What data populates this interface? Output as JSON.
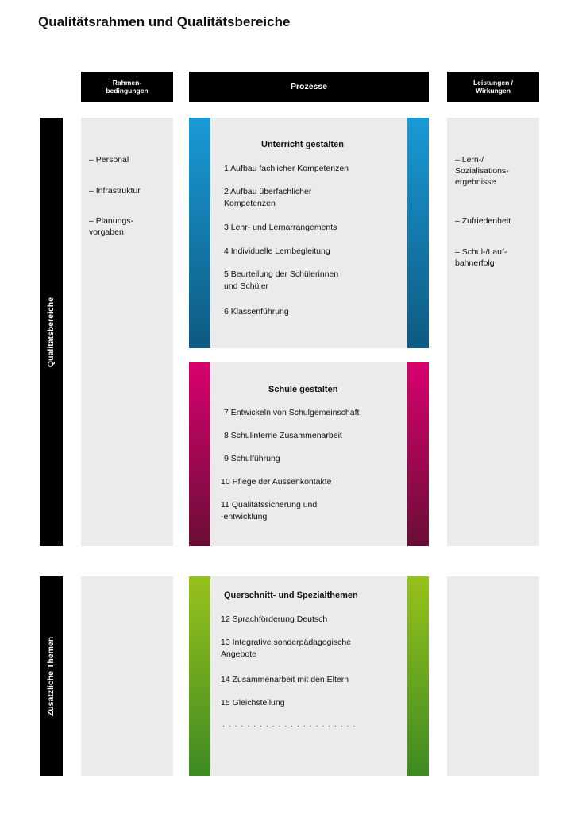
{
  "title": "Qualitätsrahmen und Qualitätsbereiche",
  "headers": {
    "rahmen": "Rahmen-\nbedingungen",
    "prozesse": "Prozesse",
    "leistungen": "Leistungen /\nWirkungen"
  },
  "side_labels": {
    "qualitaet": "Qualitätsbereiche",
    "zusaetzlich": "Zusätzliche Themen"
  },
  "rahmen_items": [
    "– Personal",
    "– Infrastruktur",
    "– Planungs-\n  vorgaben"
  ],
  "leistungen_items": [
    "– Lern-/\n  Sozialisations-\n  ergebnisse",
    "– Zufriedenheit",
    "– Schul-/Lauf-\n  bahnerfolg"
  ],
  "unterricht": {
    "title": "Unterricht gestalten",
    "items": [
      "1 Aufbau fachlicher Kompetenzen",
      "2 Aufbau überfachlicher\n   Kompetenzen",
      "3 Lehr- und Lernarrangements",
      "4 Individuelle Lernbegleitung",
      "5 Beurteilung der Schülerinnen\n   und Schüler",
      "6 Klassenführung"
    ]
  },
  "schule": {
    "title": "Schule gestalten",
    "items": [
      "7 Entwickeln von Schulgemeinschaft",
      "8 Schulinterne Zusammenarbeit",
      "9 Schulführung",
      "10 Pflege der Aussenkontakte",
      "11 Qualitätssicherung und\n     -entwicklung"
    ]
  },
  "querschnitt": {
    "title": "Querschnitt- und Spezialthemen",
    "items": [
      "12 Sprachförderung Deutsch",
      "13 Integrative sonderpädagogische\n     Angebote",
      "14 Zusammenarbeit mit den Eltern",
      "15 Gleichstellung"
    ],
    "ellipsis": ". . . . . . . . . . . . . . . . . . . . . ."
  },
  "colors": {
    "blue": "#1a9ad6",
    "pink": "#d8016f",
    "green": "#97c21c",
    "panel": "#ebebeb"
  }
}
